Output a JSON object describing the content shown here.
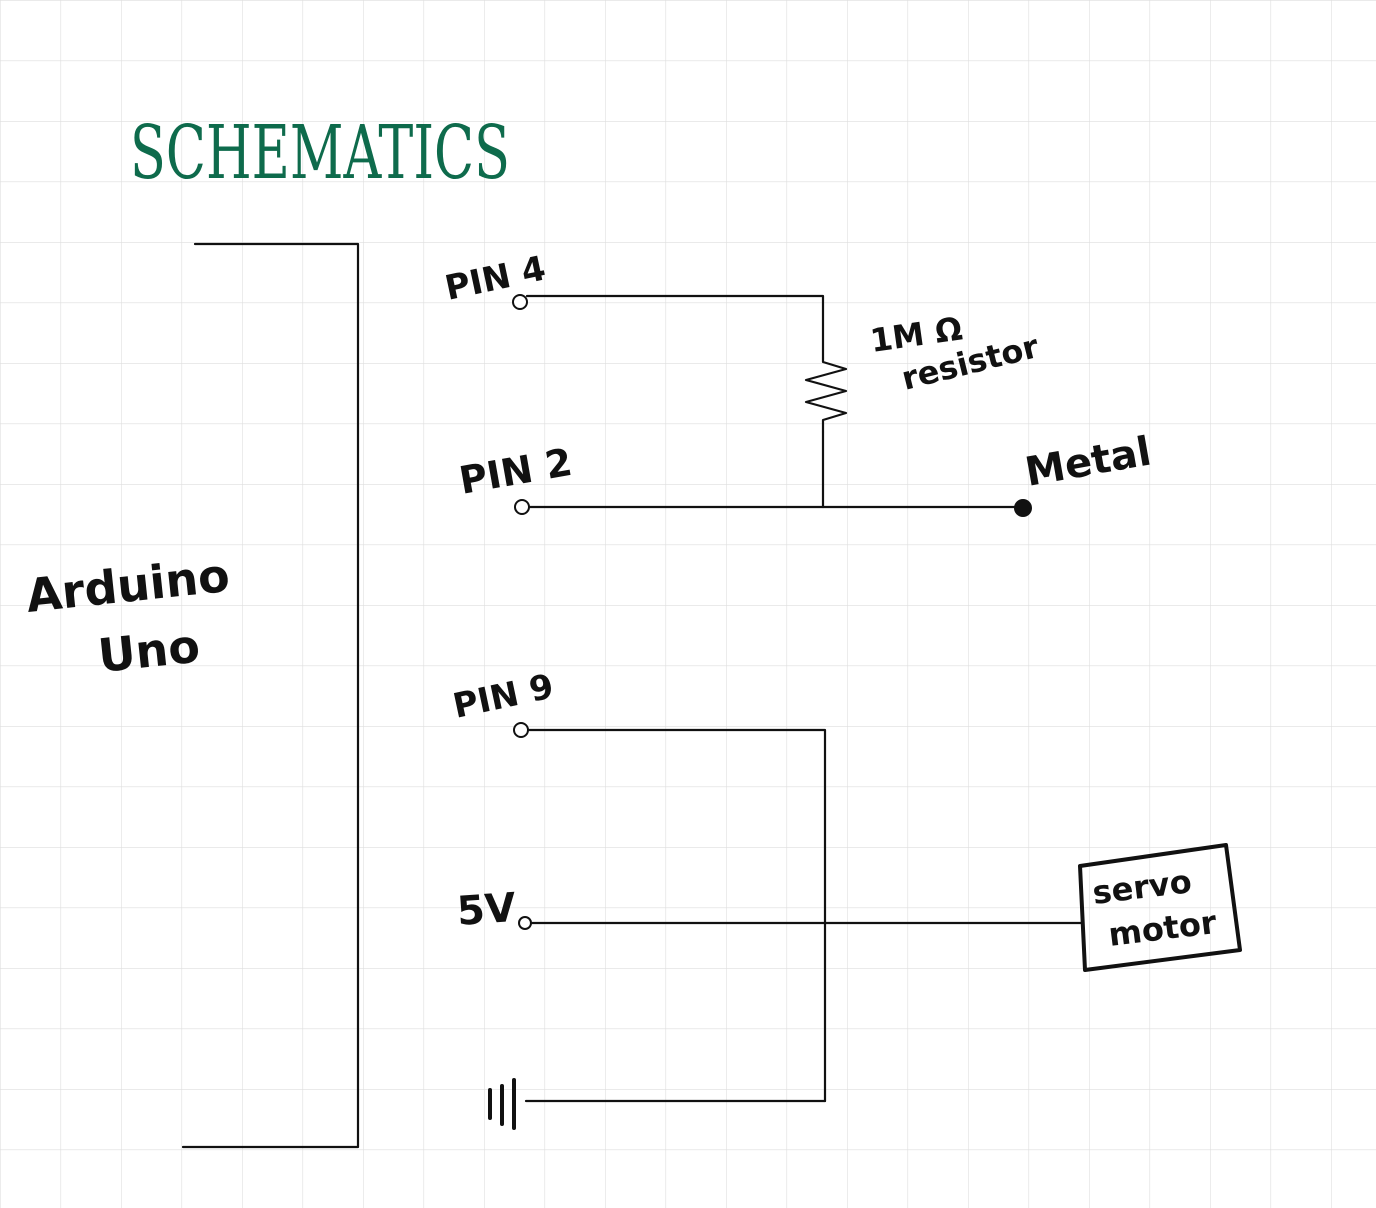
{
  "title": "SCHEMATICS",
  "colors": {
    "title": "#0e6b4c",
    "ink": "#111111",
    "grid": "#dedede",
    "background": "#ffffff"
  },
  "board": {
    "label_line1": "Arduino",
    "label_line2": "Uno"
  },
  "pins": {
    "pin4": "PIN 4",
    "pin2": "PIN 2",
    "pin9": "PIN 9",
    "five_v": "5V",
    "ground_icon": "ground-symbol-icon"
  },
  "resistor": {
    "value": "1M Ω",
    "label": "resistor"
  },
  "metal": {
    "label": "Metal"
  },
  "servo": {
    "line1": "servo",
    "line2": "motor"
  }
}
